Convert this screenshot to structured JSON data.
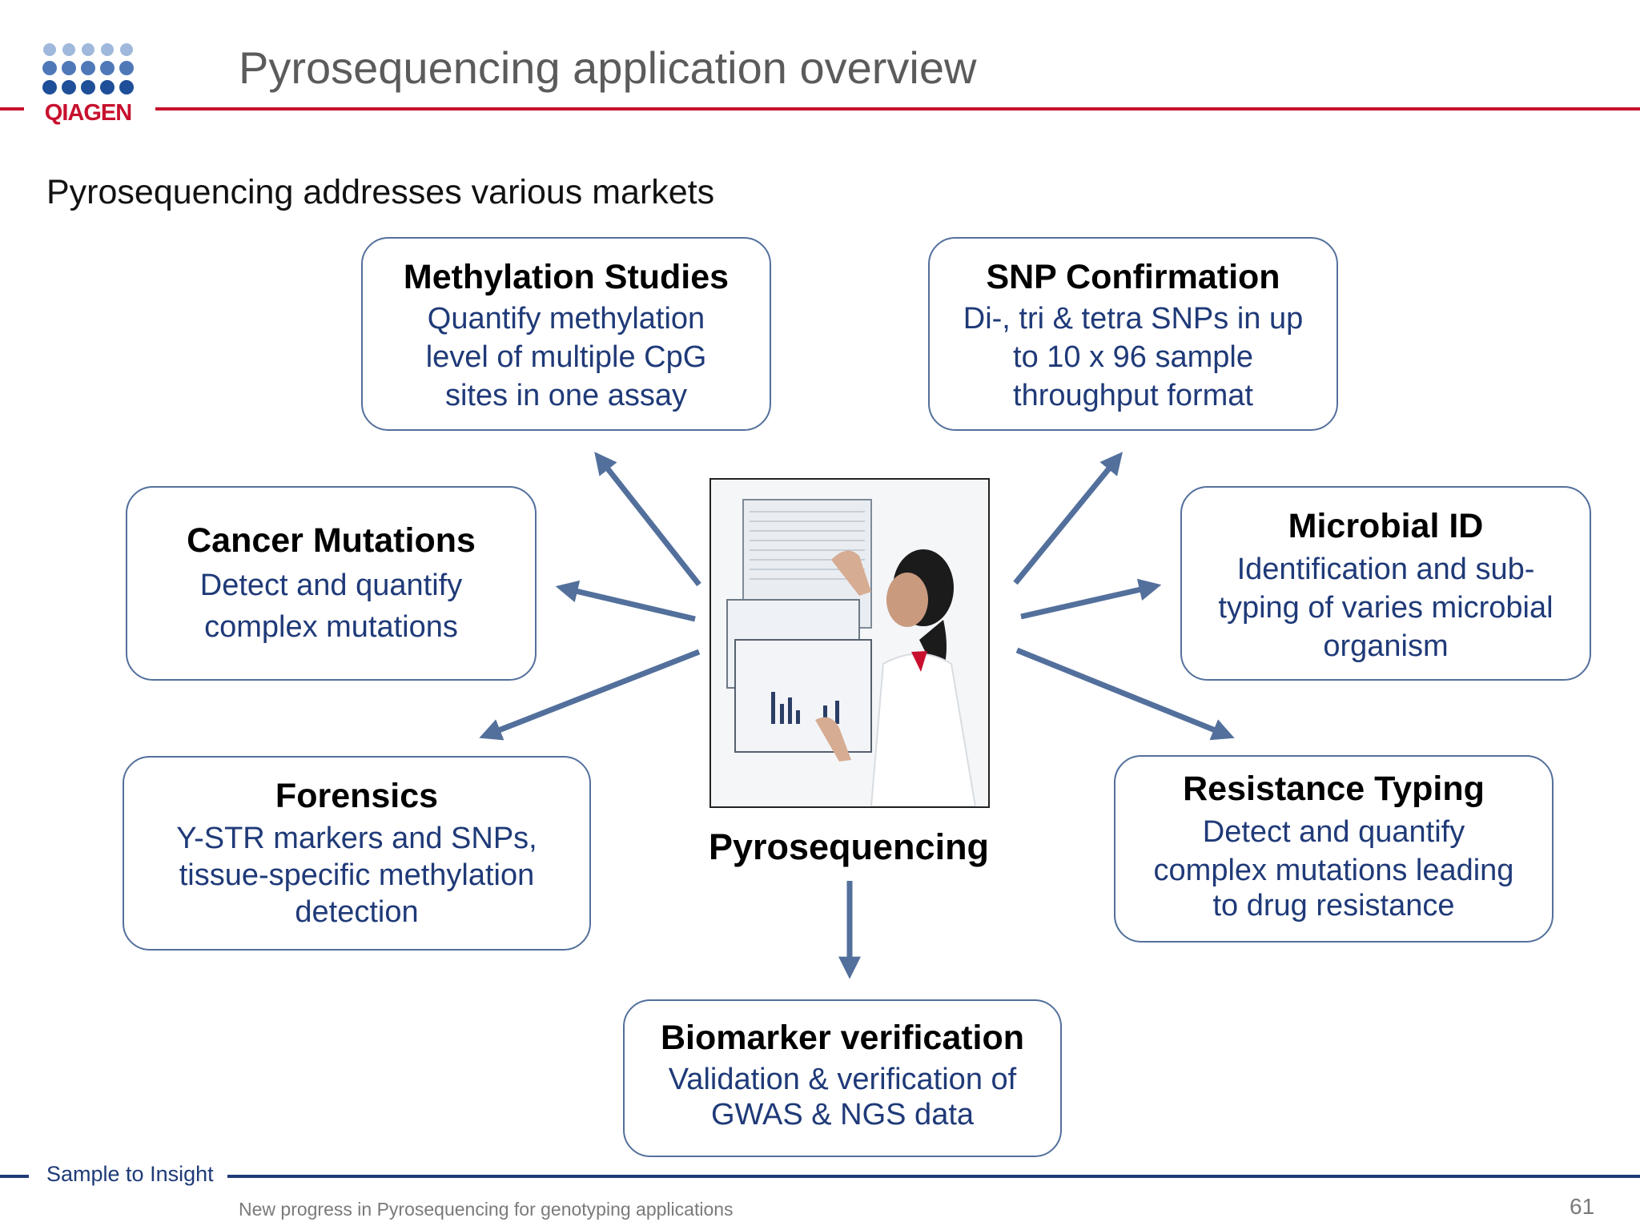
{
  "header": {
    "logo_text": "QIAGEN",
    "title": "Pyrosequencing application overview"
  },
  "subtitle": "Pyrosequencing addresses various markets",
  "center": {
    "label": "Pyrosequencing"
  },
  "boxes": {
    "methylation": {
      "title": "Methylation Studies",
      "lines": [
        "Quantify methylation",
        "level of multiple CpG",
        "sites in one assay"
      ]
    },
    "snp": {
      "title": "SNP Confirmation",
      "lines": [
        "Di-, tri & tetra SNPs in up",
        "to 10 x 96 sample",
        "throughput format"
      ]
    },
    "cancer": {
      "title": "Cancer Mutations",
      "lines": [
        "Detect and quantify",
        "complex mutations"
      ]
    },
    "microbial": {
      "title": "Microbial ID",
      "lines": [
        "Identification and sub-",
        "typing of varies microbial",
        "organism"
      ]
    },
    "forensics": {
      "title": "Forensics",
      "lines": [
        "Y-STR markers and SNPs,",
        "tissue-specific methylation",
        "detection"
      ]
    },
    "resistance": {
      "title": "Resistance Typing",
      "lines": [
        "Detect and quantify",
        "complex mutations leading",
        "to drug resistance"
      ]
    },
    "biomarker": {
      "title": "Biomarker verification",
      "lines": [
        "Validation & verification of",
        "GWAS & NGS data"
      ]
    }
  },
  "footer": {
    "tagline": "Sample to Insight",
    "note": "New progress in Pyrosequencing for genotyping applications",
    "page_number": "61"
  },
  "colors": {
    "brand_red": "#c8102e",
    "brand_blue": "#1f3a78",
    "arrow": "#53709c"
  }
}
